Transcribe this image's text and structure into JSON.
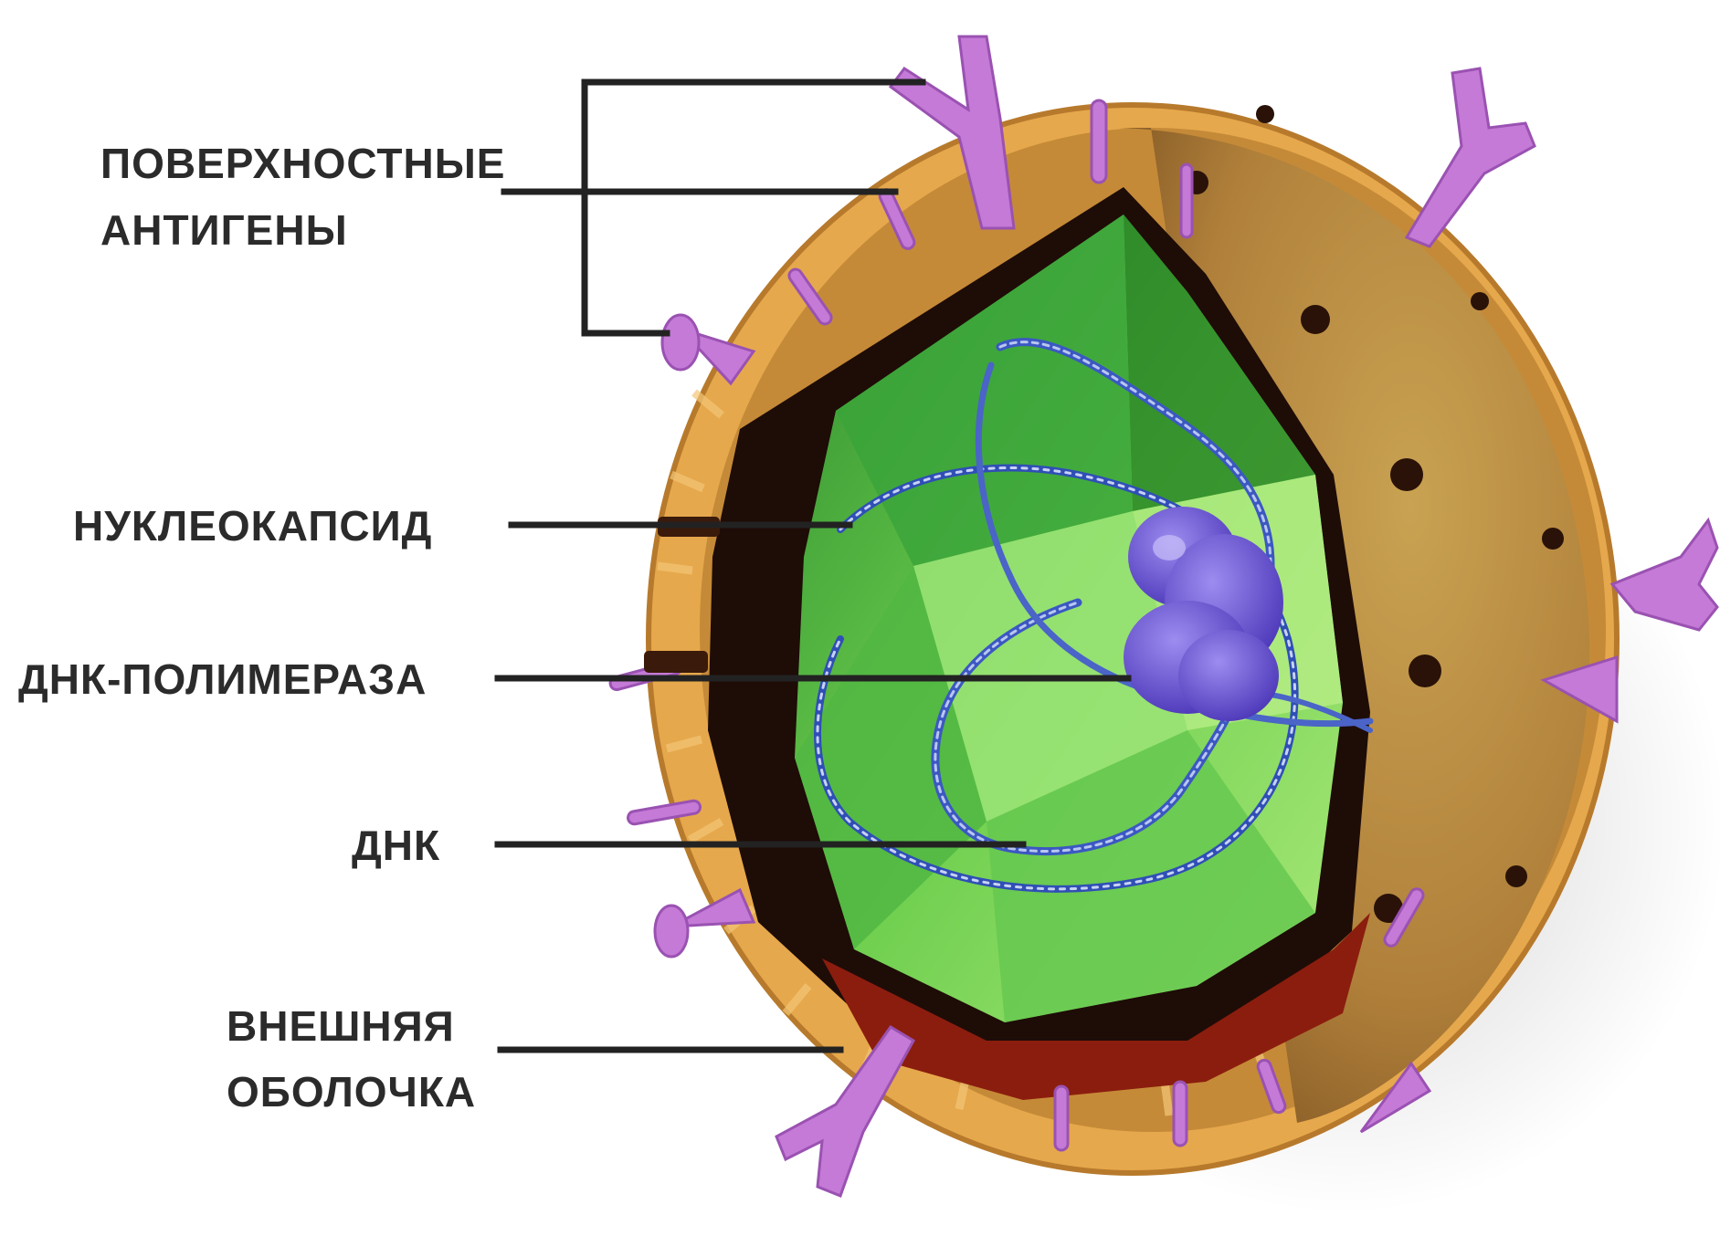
{
  "labels": {
    "surface_antigens_line1": "ПОВЕРХНОСТНЫЕ",
    "surface_antigens_line2": "АНТИГЕНЫ",
    "nucleocapsid": "НУКЛЕОКАПСИД",
    "dna_polymerase": "ДНК-ПОЛИМЕРАЗА",
    "dna": "ДНК",
    "outer_envelope_line1": "ВНЕШНЯЯ",
    "outer_envelope_line2": "ОБОЛОЧКА"
  },
  "colors": {
    "envelope_outer": "#e3a44a",
    "envelope_inner": "#c78a3a",
    "envelope_back": "#b8893e",
    "dark_layer": "#1f0d08",
    "red_layer": "#8e1e0f",
    "capsid_dark": "#3aa43a",
    "capsid_light": "#8fe06a",
    "polymerase": "#6a55d8",
    "spike": "#c47ad6",
    "dna_strand": "#4a6ad0"
  }
}
